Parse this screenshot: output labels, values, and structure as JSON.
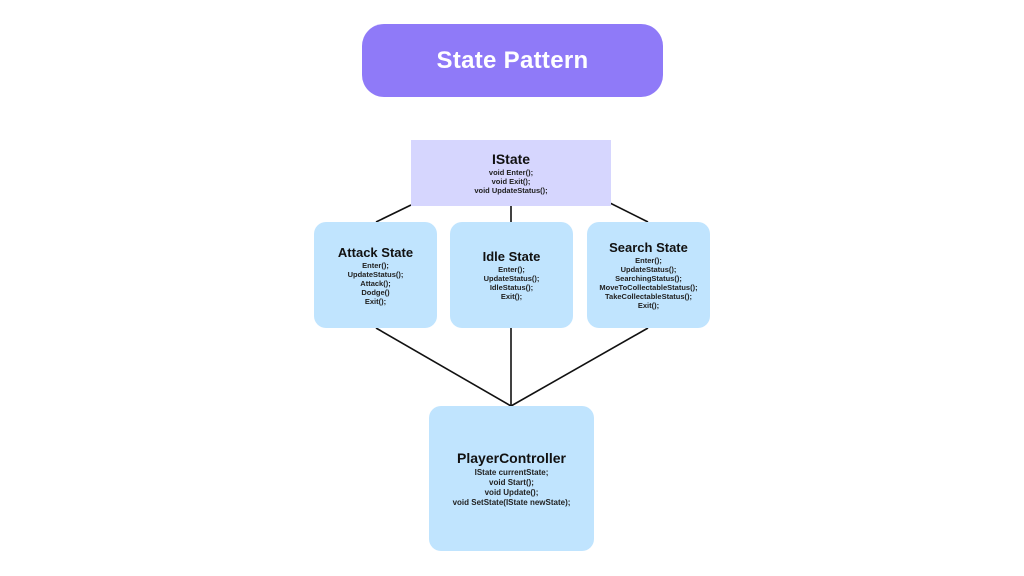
{
  "title": "State Pattern",
  "colors": {
    "title_bg": "#8f7af8",
    "title_text": "#ffffff",
    "interface_bg": "#d6d6fe",
    "class_bg": "#c0e4fe",
    "line": "#111111"
  },
  "interface": {
    "name": "IState",
    "members": [
      "void Enter();",
      "void Exit();",
      "void UpdateStatus();"
    ]
  },
  "states": [
    {
      "name": "Attack State",
      "members": [
        "Enter();",
        "UpdateStatus();",
        "Attack();",
        "Dodge()",
        "Exit();"
      ]
    },
    {
      "name": "Idle State",
      "members": [
        "Enter();",
        "UpdateStatus();",
        "IdleStatus();",
        "Exit();"
      ]
    },
    {
      "name": "Search State",
      "members": [
        "Enter();",
        "UpdateStatus();",
        "SearchingStatus();",
        "MoveToCollectableStatus();",
        "TakeCollectableStatus();",
        "Exit();"
      ]
    }
  ],
  "controller": {
    "name": "PlayerController",
    "members": [
      "IState currentState;",
      "void Start();",
      "void Update();",
      "void SetState(IState newState);"
    ]
  },
  "relations": [
    {
      "from": "IState",
      "to": "Attack State"
    },
    {
      "from": "IState",
      "to": "Idle State"
    },
    {
      "from": "IState",
      "to": "Search State"
    },
    {
      "from": "Attack State",
      "to": "PlayerController"
    },
    {
      "from": "Idle State",
      "to": "PlayerController"
    },
    {
      "from": "Search State",
      "to": "PlayerController"
    }
  ]
}
